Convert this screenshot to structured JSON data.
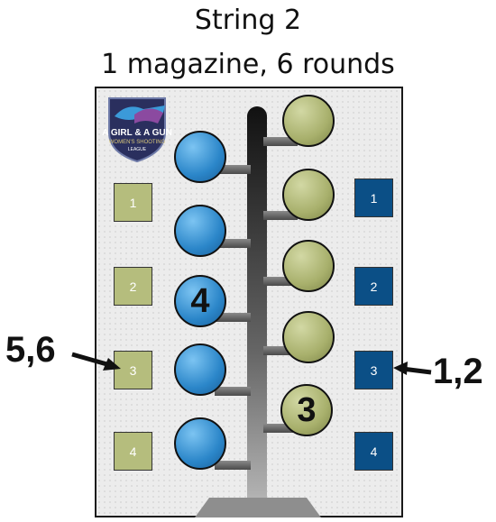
{
  "title": "String 2",
  "subtitle": "1 magazine, 6 rounds",
  "logo": {
    "text": "A GIRL & A GUN",
    "subtext": "WOMEN'S SHOOTING",
    "league": "LEAGUE"
  },
  "left_squares": [
    "1",
    "2",
    "3",
    "4"
  ],
  "right_squares": [
    "1",
    "2",
    "3",
    "4"
  ],
  "left_discs": [
    "",
    "",
    "4",
    "",
    ""
  ],
  "right_discs": [
    "",
    "",
    "",
    "",
    "3"
  ],
  "callouts": {
    "left": "5,6",
    "right": "1,2"
  },
  "colors": {
    "green_square": "#b5bd7d",
    "blue_square": "#0b4f86",
    "blue_disc": "#2b86c9",
    "green_disc": "#a8b06c"
  }
}
